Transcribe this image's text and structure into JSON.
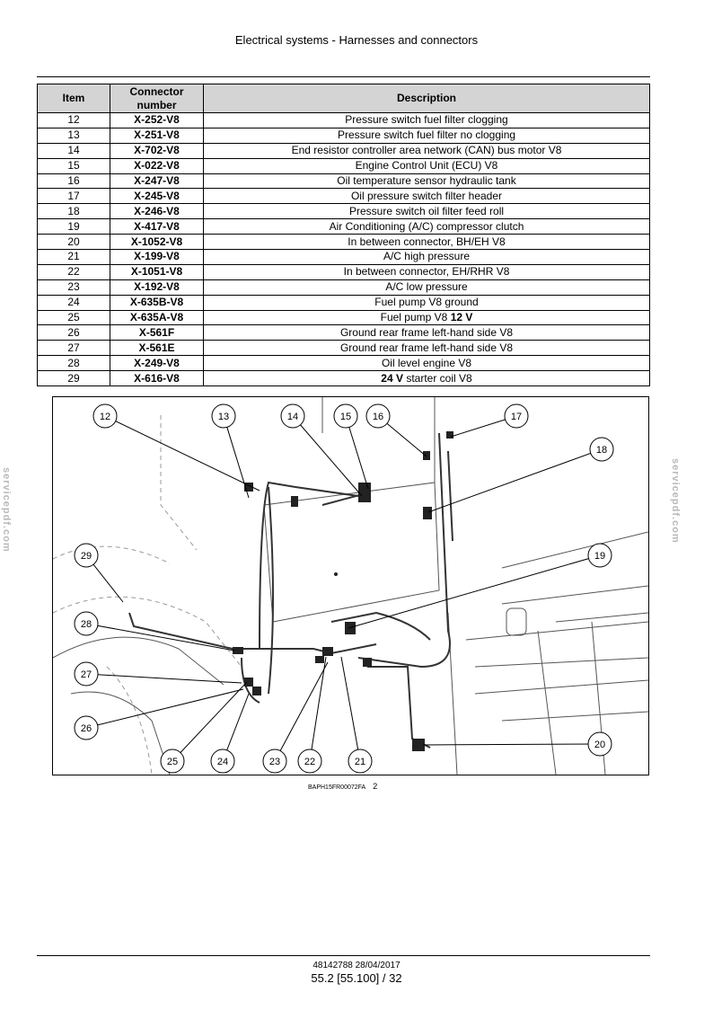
{
  "header": {
    "title": "Electrical systems - Harnesses and connectors"
  },
  "table": {
    "columns": {
      "item": "Item",
      "connector": "Connector number",
      "description": "Description"
    },
    "rows": [
      {
        "item": "12",
        "connector": "X-252-V8",
        "description": "Pressure switch fuel filter clogging"
      },
      {
        "item": "13",
        "connector": "X-251-V8",
        "description": "Pressure switch fuel filter no clogging"
      },
      {
        "item": "14",
        "connector": "X-702-V8",
        "description": "End resistor controller area network (CAN) bus motor V8"
      },
      {
        "item": "15",
        "connector": "X-022-V8",
        "description": "Engine Control Unit (ECU) V8"
      },
      {
        "item": "16",
        "connector": "X-247-V8",
        "description": "Oil temperature sensor hydraulic tank"
      },
      {
        "item": "17",
        "connector": "X-245-V8",
        "description": "Oil pressure switch filter header"
      },
      {
        "item": "18",
        "connector": "X-246-V8",
        "description": "Pressure switch oil filter feed roll"
      },
      {
        "item": "19",
        "connector": "X-417-V8",
        "description": "Air Conditioning (A/C) compressor clutch"
      },
      {
        "item": "20",
        "connector": "X-1052-V8",
        "description": "In between connector, BH/EH V8"
      },
      {
        "item": "21",
        "connector": "X-199-V8",
        "description": "A/C high pressure"
      },
      {
        "item": "22",
        "connector": "X-1051-V8",
        "description": "In between connector, EH/RHR V8"
      },
      {
        "item": "23",
        "connector": "X-192-V8",
        "description": "A/C low pressure"
      },
      {
        "item": "24",
        "connector": "X-635B-V8",
        "description": "Fuel pump V8 ground"
      },
      {
        "item": "25",
        "connector": "X-635A-V8",
        "description": "Fuel pump V8",
        "bold_suffix": "12 V"
      },
      {
        "item": "26",
        "connector": "X-561F",
        "description": "Ground rear frame left-hand side V8"
      },
      {
        "item": "27",
        "connector": "X-561E",
        "description": "Ground rear frame left-hand side V8"
      },
      {
        "item": "28",
        "connector": "X-249-V8",
        "description": "Oil level engine V8"
      },
      {
        "item": "29",
        "connector": "X-616-V8",
        "description": "starter coil V8",
        "bold_prefix": "24 V"
      }
    ]
  },
  "figure": {
    "callouts": [
      "12",
      "13",
      "14",
      "15",
      "16",
      "17",
      "18",
      "19",
      "20",
      "21",
      "22",
      "23",
      "24",
      "25",
      "26",
      "27",
      "28",
      "29"
    ],
    "caption_code": "BAPH15FR00072FA",
    "caption_number": "2"
  },
  "footer": {
    "doc_ref": "48142788 28/04/2017",
    "page_ref": "55.2 [55.100] / 32"
  },
  "watermark": "servicepdf.com"
}
